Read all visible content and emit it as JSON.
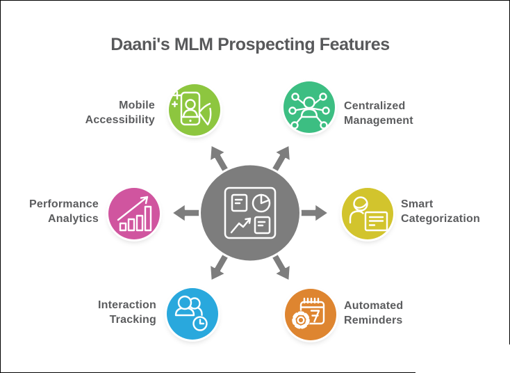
{
  "title": "Daani's MLM Prospecting Features",
  "colors": {
    "title_text": "#58595b",
    "label_text": "#5b5c5e",
    "hub": "#7d7d7d",
    "frame_border": "#000000",
    "patch_bg": "#ffffff"
  },
  "hub": {
    "icon": "dashboard-report-icon"
  },
  "features": [
    {
      "id": "mobile-accessibility",
      "label_line1": "Mobile",
      "label_line2": "Accessibility",
      "color": "#8dc63f",
      "icon": "smartphone-user-touch-icon",
      "position": "top-left"
    },
    {
      "id": "centralized-management",
      "label_line1": "Centralized",
      "label_line2": "Management",
      "color": "#3cbe82",
      "icon": "network-hub-people-icon",
      "position": "top-right"
    },
    {
      "id": "performance-analytics",
      "label_line1": "Performance",
      "label_line2": "Analytics",
      "color": "#d0559f",
      "icon": "bar-chart-growth-icon",
      "position": "middle-left"
    },
    {
      "id": "smart-categorization",
      "label_line1": "Smart",
      "label_line2": "Categorization",
      "color": "#d2c42d",
      "icon": "person-profile-card-icon",
      "position": "middle-right"
    },
    {
      "id": "interaction-tracking",
      "label_line1": "Interaction",
      "label_line2": "Tracking",
      "color": "#29a8dd",
      "icon": "people-clock-icon",
      "position": "bottom-left"
    },
    {
      "id": "automated-reminders",
      "label_line1": "Automated",
      "label_line2": "Reminders",
      "color": "#de8530",
      "icon": "calendar-gear-icon",
      "position": "bottom-right"
    }
  ]
}
